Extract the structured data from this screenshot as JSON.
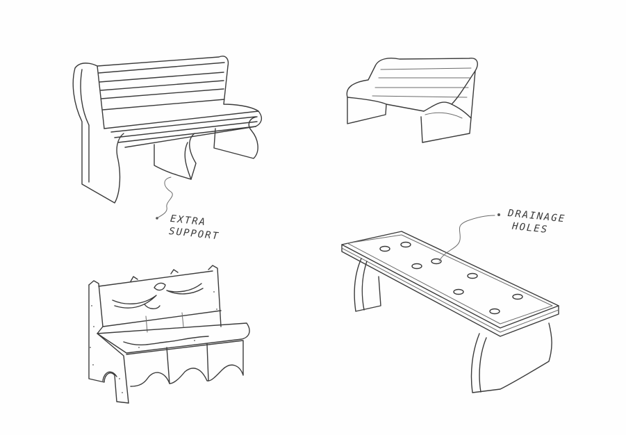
{
  "annotations": {
    "support": {
      "line1": "EXTRA",
      "line2": "SUPPORT"
    },
    "drainage": {
      "line1": "DRAINAGE",
      "line2": "HOLES"
    }
  },
  "colors": {
    "paper": "#fefefe",
    "pencil": "#3a3a3a"
  }
}
